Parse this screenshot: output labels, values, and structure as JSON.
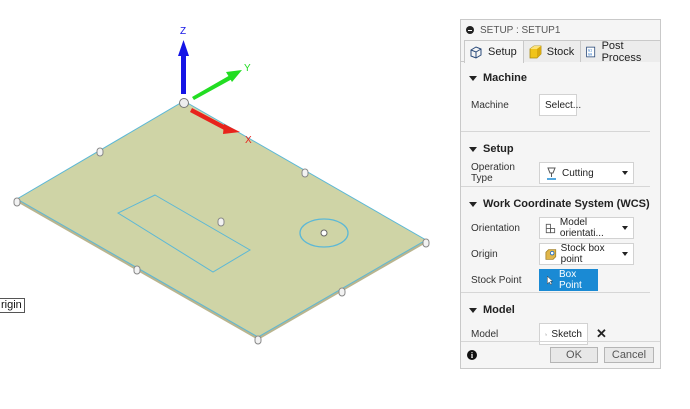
{
  "viewport": {
    "axis_labels": {
      "x": "X",
      "y": "Y",
      "z": "Z"
    },
    "colors": {
      "x": "#e8231c",
      "y": "#22dd22",
      "z": "#1414e6",
      "plate": "#cfd4a6",
      "edge": "#5cb8d6"
    },
    "origin_label": "rigin"
  },
  "panel": {
    "title": "SETUP : SETUP1",
    "tabs": [
      {
        "label": "Setup",
        "icon": "setup-cube-icon",
        "active": true
      },
      {
        "label": "Stock",
        "icon": "stock-box-icon",
        "active": false
      },
      {
        "label": "Post Process",
        "icon": "post-process-icon",
        "active": false
      }
    ],
    "sections": {
      "machine": {
        "title": "Machine",
        "rows": {
          "machine": {
            "label": "Machine",
            "value": "Select..."
          }
        }
      },
      "setup": {
        "title": "Setup",
        "rows": {
          "operation_type": {
            "label": "Operation Type",
            "value": "Cutting"
          }
        }
      },
      "wcs": {
        "title": "Work Coordinate System (WCS)",
        "rows": {
          "orientation": {
            "label": "Orientation",
            "value": "Model orientati..."
          },
          "origin": {
            "label": "Origin",
            "value": "Stock box point"
          },
          "stock_point": {
            "label": "Stock Point",
            "value": "Box Point"
          }
        }
      },
      "model": {
        "title": "Model",
        "rows": {
          "model": {
            "label": "Model",
            "value": "Sketch",
            "clear": "✕"
          }
        }
      }
    },
    "footer": {
      "info": "i",
      "ok": "OK",
      "cancel": "Cancel"
    },
    "accent": "#1a8ad4"
  }
}
